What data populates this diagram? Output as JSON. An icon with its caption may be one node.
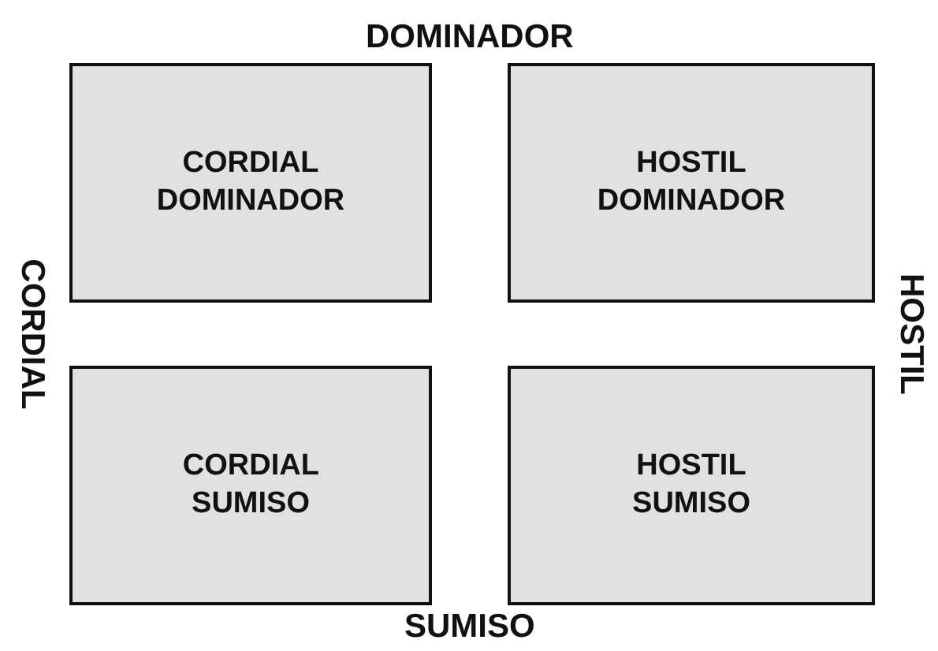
{
  "diagram": {
    "nodes": [
      {
        "text": [
          "CORDIAL DOMINADOR"
        ]
      },
      {
        "text": [
          "HOSTIL DOMINADOR"
        ]
      },
      {
        "text": [
          "CORDIAL SUMISO"
        ]
      },
      {
        "text": [
          "HOSTIL SUMISO"
        ]
      }
    ],
    "labels": [
      "DOMINADOR",
      "CORDIAL",
      "HOSTIL",
      "SUMISO"
    ]
  }
}
